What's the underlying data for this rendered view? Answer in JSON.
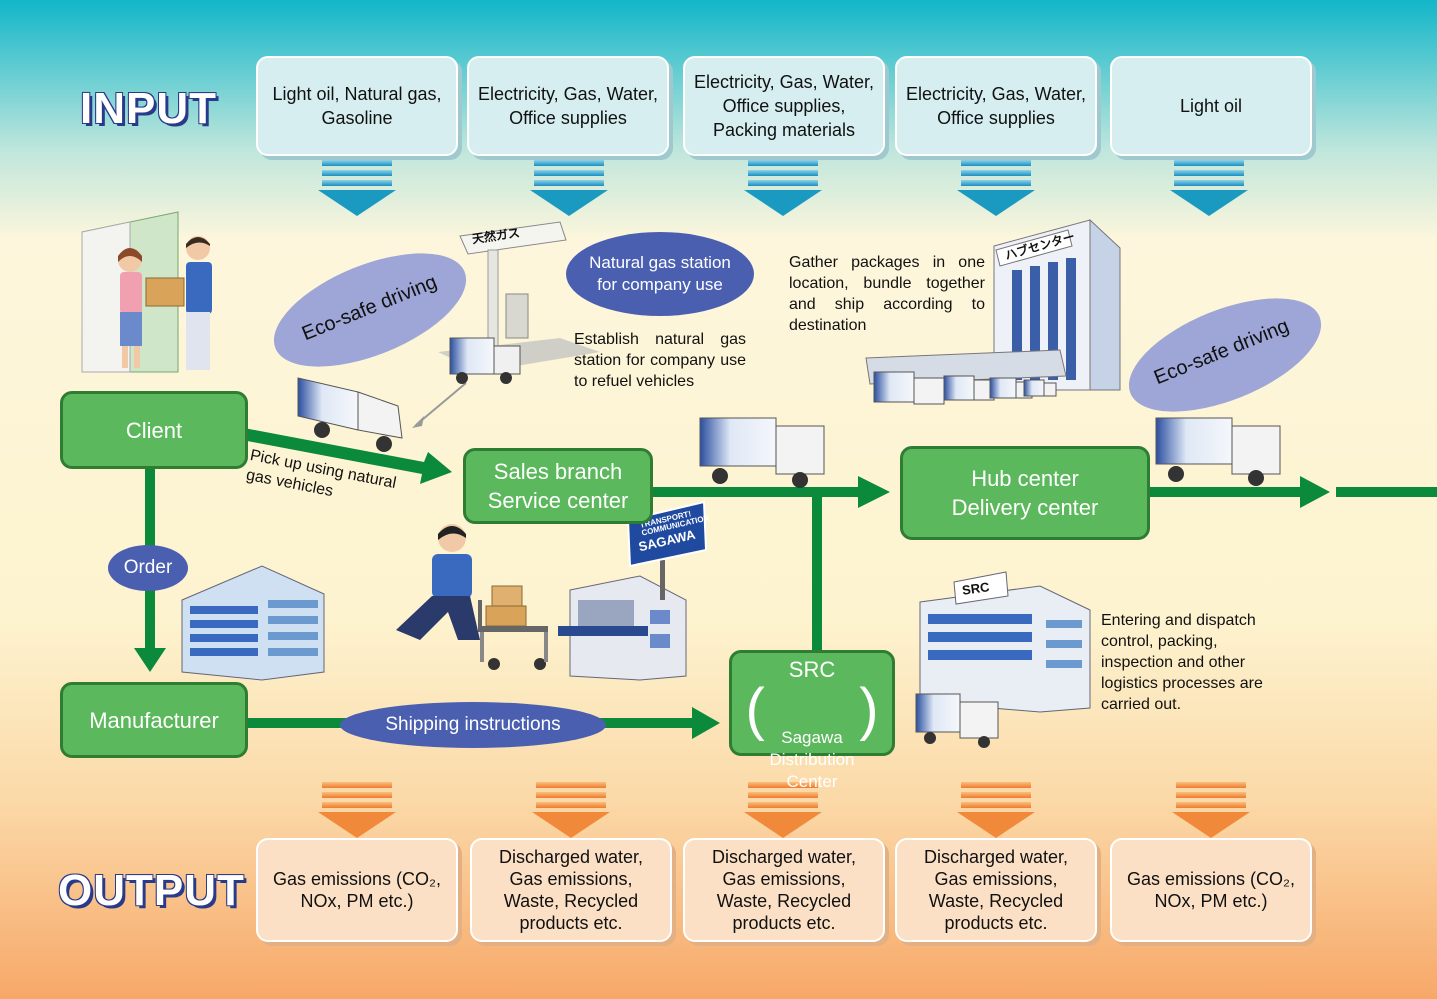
{
  "input": {
    "heading": "INPUT",
    "boxes": [
      "Light oil, Natural gas,\nGasoline",
      "Electricity, Gas, Water,\nOffice supplies",
      "Electricity, Gas, Water,\nOffice supplies,\nPacking materials",
      "Electricity, Gas, Water,\nOffice supplies",
      "Light oil"
    ]
  },
  "output": {
    "heading": "OUTPUT",
    "boxes": [
      "Gas emissions (CO₂,\nNOx, PM etc.)",
      "Discharged water,\nGas emissions,\nWaste, Recycled\nproducts etc.",
      "Discharged water,\nGas emissions,\nWaste, Recycled\nproducts etc.",
      "Discharged water,\nGas emissions,\nWaste, Recycled\nproducts etc.",
      "Gas emissions (CO₂,\nNOx, PM etc.)"
    ]
  },
  "nodes": {
    "client": "Client",
    "sales_branch": "Sales branch\nService center",
    "hub_center": "Hub center\nDelivery center",
    "manufacturer": "Manufacturer",
    "src_title": "SRC",
    "src_sub": "Sagawa\nDistribution\nCenter"
  },
  "labels": {
    "order": "Order",
    "shipping_instructions": "Shipping instructions",
    "pickup": "Pick up using natural\ngas vehicles",
    "eco_safe_1": "Eco-safe driving",
    "eco_safe_2": "Eco-safe driving",
    "gas_station": "Natural gas station\nfor company use",
    "gas_station_note": "Establish natural gas station for company use to refuel vehicles",
    "hub_note": "Gather packages in one location, bundle together and ship according to destination",
    "src_note": "Entering and dispatch control, packing, inspection and other logistics processes are carried out.",
    "sign_gas": "天然ガス",
    "sign_hub": "ハブセンター",
    "sign_src": "SRC",
    "sign_sagawa": "SAGAWA",
    "sign_transport": "TRANSPORT!\nCOMMUNICATION"
  },
  "colors": {
    "flow_green": "#0a8a3a",
    "node_green": "#5cb85c",
    "ellipse_blue": "#4a5fb0",
    "ellipse_lavender": "#9da6d6",
    "input_arrow": "#1a9ac0",
    "output_arrow": "#f08a3a"
  }
}
